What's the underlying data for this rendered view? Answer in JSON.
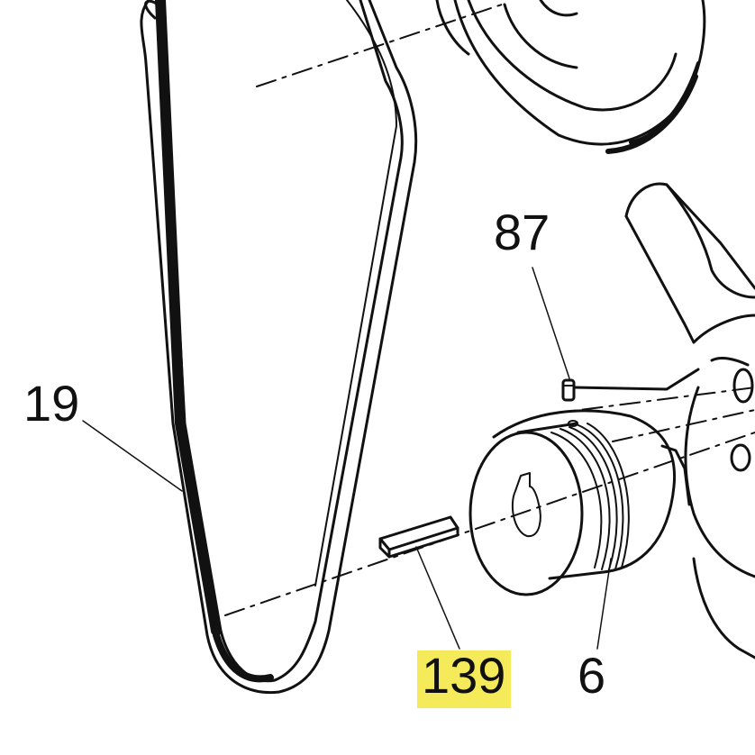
{
  "callouts": {
    "belt": "19",
    "pin": "87",
    "key": "139",
    "pulley": "6"
  },
  "colors": {
    "highlight": "#f4ea5a",
    "line": "#111111",
    "background": "#ffffff"
  }
}
